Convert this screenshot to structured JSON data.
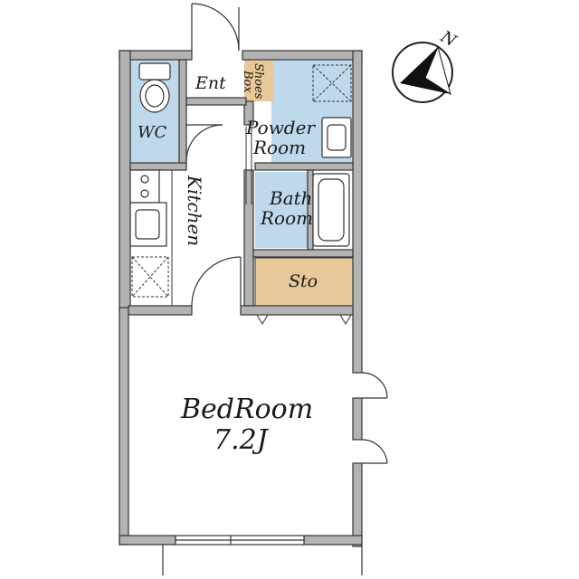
{
  "rooms": {
    "entrance": "Ent",
    "shoes_box_line1": "Shoes",
    "shoes_box_line2": "Box",
    "wc": "WC",
    "powder_room_line1": "Powder",
    "powder_room_line2": "Room",
    "kitchen": "Kitchen",
    "bath_room_line1": "Bath",
    "bath_room_line2": "Room",
    "storage": "Sto",
    "bedroom": "BedRoom",
    "bedroom_size": "7.2J"
  },
  "compass": {
    "north_label": "N"
  },
  "colors": {
    "wall": "#b3b3b3",
    "wet_area": "#bfd9ec",
    "storage": "#e8c898",
    "outline": "#333333"
  }
}
